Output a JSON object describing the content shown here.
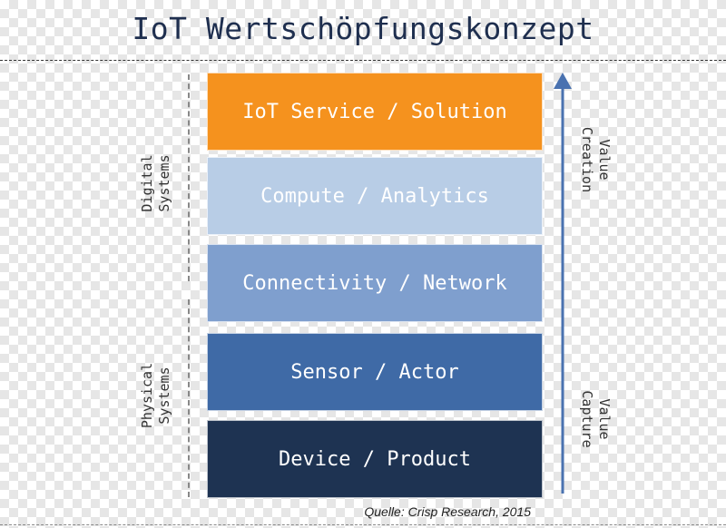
{
  "title": "IoT Wertschöpfungskonzept",
  "layers": [
    {
      "label": "IoT Service / Solution",
      "color": "#f5921e"
    },
    {
      "label": "Compute / Analytics",
      "color": "#b8cde6"
    },
    {
      "label": "Connectivity / Network",
      "color": "#7f9fce"
    },
    {
      "label": "Sensor / Actor",
      "color": "#3f6aa6"
    },
    {
      "label": "Device / Product",
      "color": "#1e3352"
    }
  ],
  "left_labels": {
    "digital": "Digital\nSystems",
    "physical": "Physical\nSystems"
  },
  "right_labels": {
    "creation": "Value\nCreation",
    "capture": "Value\nCapture"
  },
  "arrow_color": "#4a72b0",
  "source": "Quelle: Crisp Research, 2015"
}
